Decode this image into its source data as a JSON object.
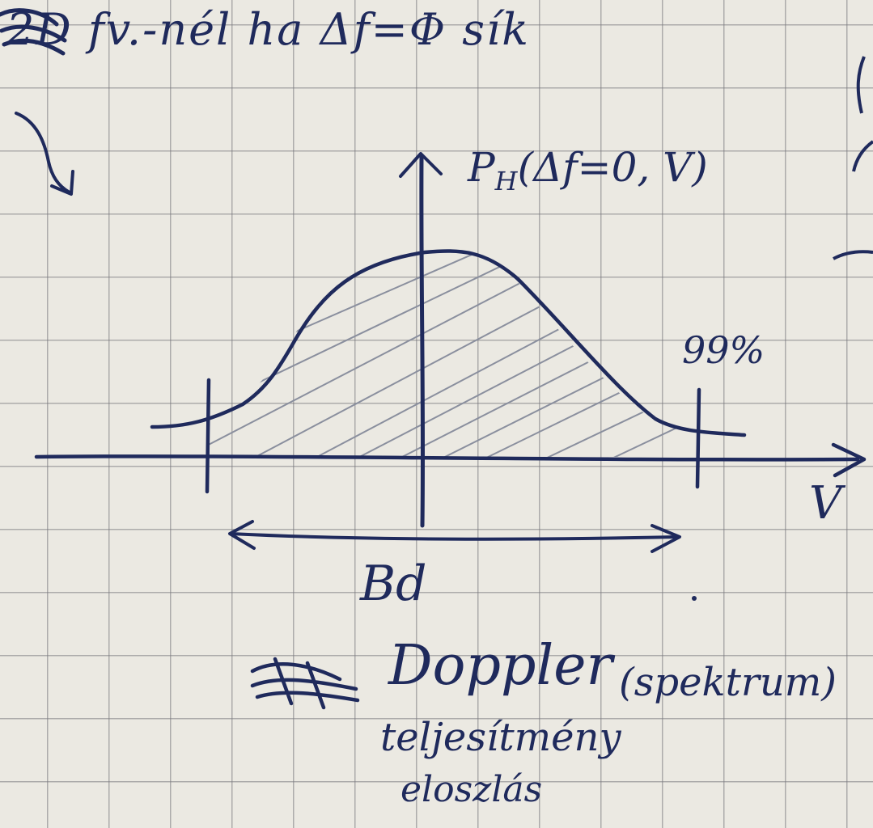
{
  "header": {
    "note": "2D fv.-nél ha Δf=Φ sík"
  },
  "diagram": {
    "y_axis_label": "P_H(Δf=0, V)",
    "y_axis_label_main": "P",
    "y_axis_label_sub": "H",
    "y_axis_label_rest": "(Δf=0, V)",
    "x_axis_label": "V",
    "percent_label": "99%",
    "bandwidth_label": "Bd"
  },
  "caption": {
    "doppler": "Doppler",
    "spectrum": "(spektrum)",
    "line2": "teljesítmény",
    "line3": "eloszlás"
  },
  "colors": {
    "ink": "#1f2a5c",
    "paper": "#ebe9e2",
    "grid": "#78787d",
    "hatch": "#8a8f9e"
  }
}
